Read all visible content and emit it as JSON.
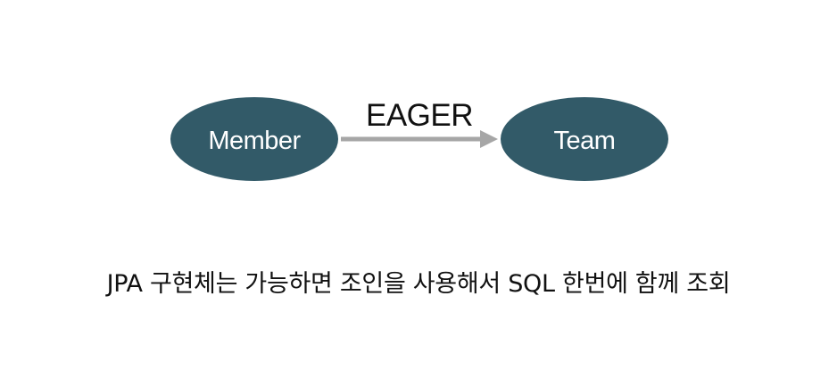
{
  "diagram": {
    "nodes": [
      {
        "id": "member",
        "label": "Member"
      },
      {
        "id": "team",
        "label": "Team"
      }
    ],
    "edge": {
      "from": "member",
      "to": "team",
      "label": "EAGER"
    },
    "colors": {
      "node_fill": "#325a68",
      "node_text": "#ffffff",
      "arrow": "#a6a6a6",
      "text": "#111111"
    }
  },
  "caption": "JPA 구현체는 가능하면 조인을 사용해서 SQL 한번에 함께 조회"
}
